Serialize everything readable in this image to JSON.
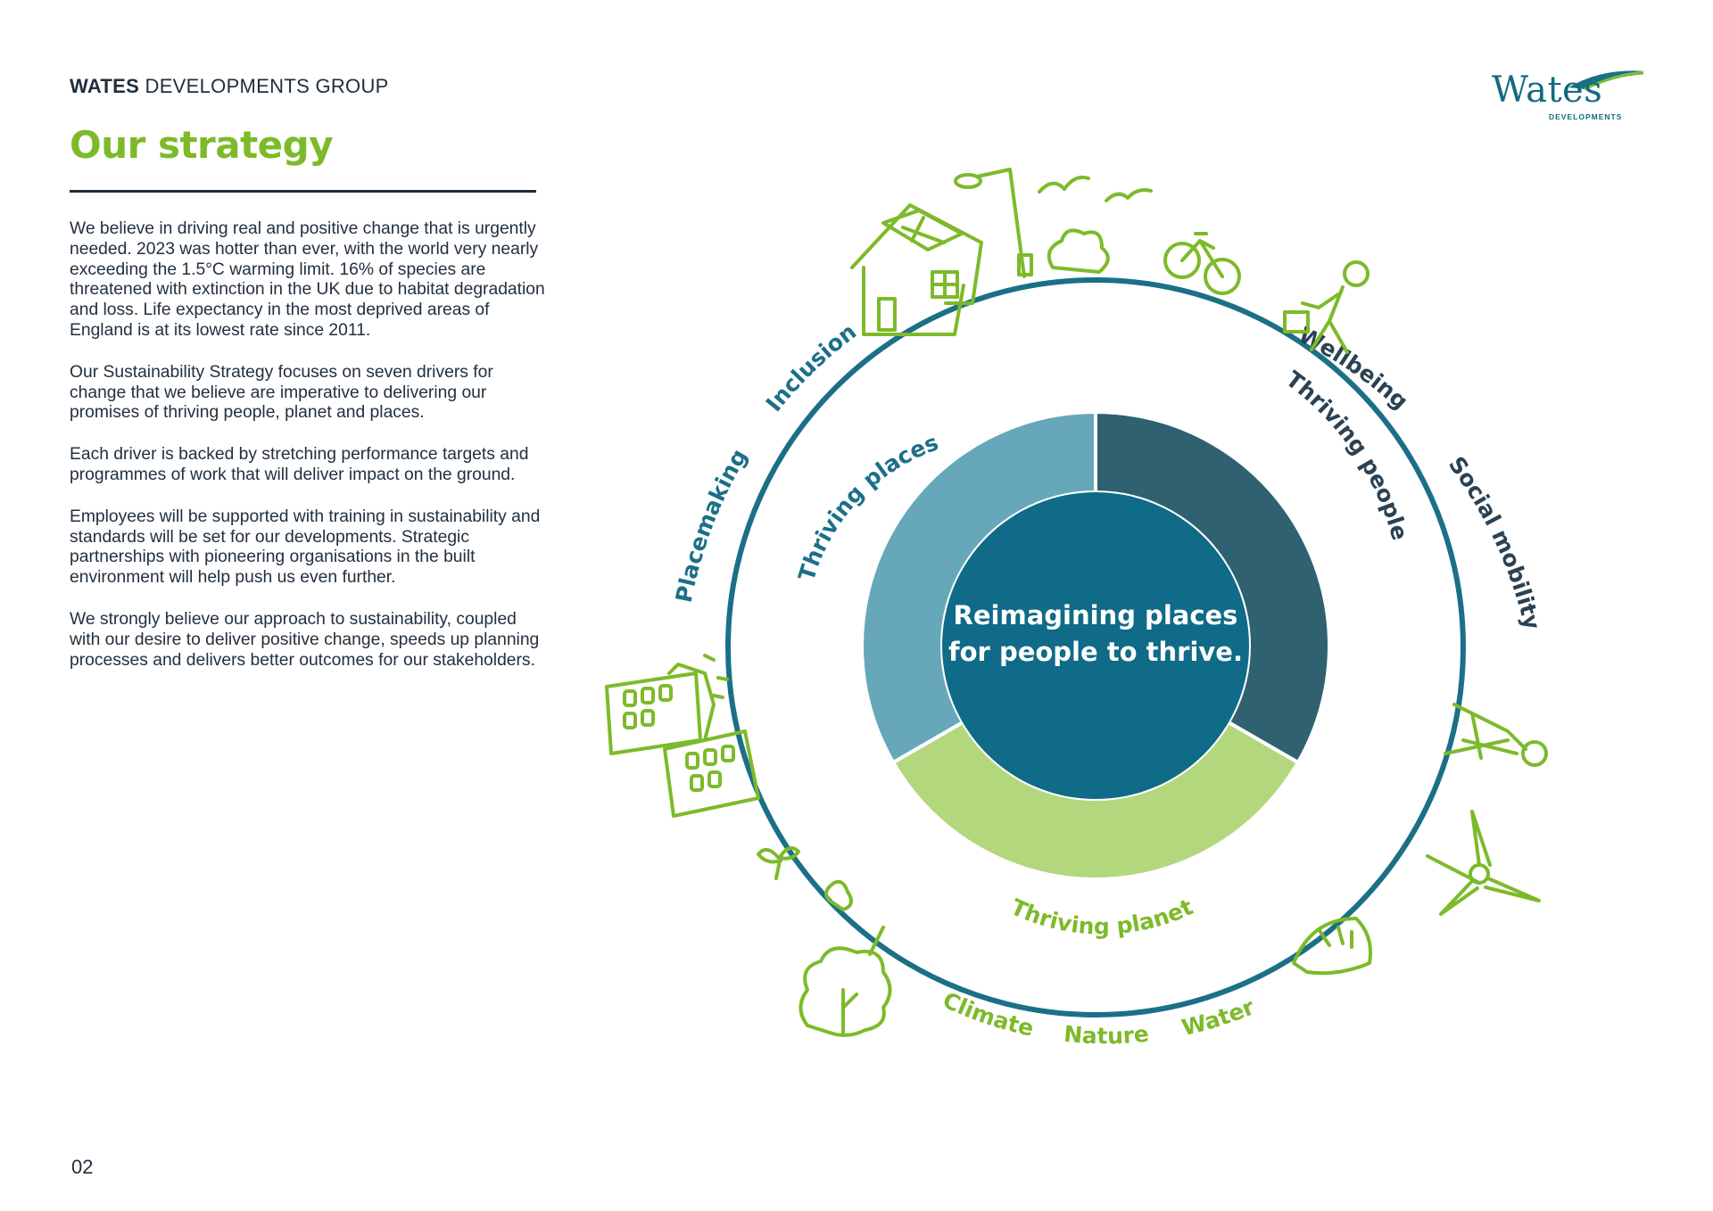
{
  "header": {
    "brand_bold": "WATES",
    "brand_rest": " DEVELOPMENTS GROUP"
  },
  "title": "Our strategy",
  "paragraphs": [
    "We believe in driving real and positive change that is urgently needed. 2023 was hotter than ever, with the world very nearly exceeding the 1.5°C warming limit.  16% of species are threatened with extinction in the UK due to habitat degradation and loss. Life expectancy in the most deprived areas of England is at its lowest rate since 2011.",
    "Our Sustainability Strategy focuses on seven drivers for change that we believe are imperative to delivering our promises of thriving people, planet and places.",
    "Each driver is backed by stretching performance targets and programmes of work that will deliver impact on the ground.",
    "Employees will be supported with training in sustainability and standards will be set for our developments. Strategic partnerships with pioneering organisations in the built environment will help push us even further.",
    "We strongly believe our approach to sustainability, coupled with our desire to deliver positive change, speeds up planning processes and delivers better outcomes for our stakeholders."
  ],
  "page_number": "02",
  "logo": {
    "word": "Wates",
    "sub": "DEVELOPMENTS"
  },
  "diagram": {
    "center_line1": "Reimagining places",
    "center_line2": "for people to thrive.",
    "segments": {
      "places": "Thriving places",
      "people": "Thriving people",
      "planet": "Thriving planet"
    },
    "drivers": {
      "placemaking": "Placemaking",
      "inclusion": "Inclusion",
      "wellbeing": "Wellbeing",
      "social_mobility": "Social mobility",
      "climate": "Climate",
      "nature": "Nature",
      "water": "Water"
    },
    "colors": {
      "places": "#66a8ba",
      "people": "#2f6170",
      "planet": "#b3d77d",
      "center": "#0f6b87",
      "ring": "#1b7088",
      "green_text": "#7dba2a",
      "icon_green": "#7dba2a"
    }
  }
}
